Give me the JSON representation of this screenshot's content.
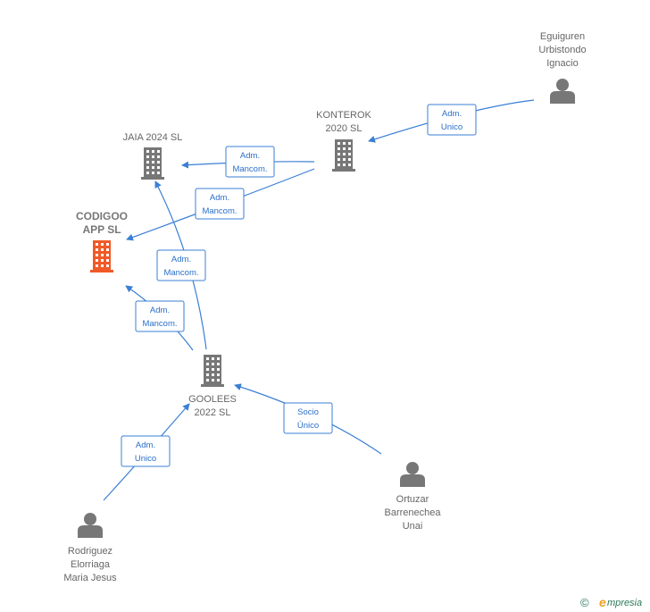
{
  "colors": {
    "edge": "#3a7fd5",
    "building": "#777777",
    "building_main": "#f05a28",
    "person": "#777777",
    "label": "#666666"
  },
  "nodes": [
    {
      "id": "egui",
      "kind": "person",
      "lines": [
        "Eguiguren",
        "Urbistondo",
        "Ignacio"
      ]
    },
    {
      "id": "konterok",
      "kind": "company",
      "lines": [
        "KONTEROK",
        "2020  SL"
      ]
    },
    {
      "id": "jaia",
      "kind": "company",
      "lines": [
        "JAIA 2024  SL"
      ]
    },
    {
      "id": "codigoo",
      "kind": "company_main",
      "lines": [
        "CODIGOO",
        "APP  SL"
      ]
    },
    {
      "id": "goolees",
      "kind": "company",
      "lines": [
        "GOOLEES",
        "2022  SL"
      ]
    },
    {
      "id": "ortuzar",
      "kind": "person",
      "lines": [
        "Ortuzar",
        "Barrenechea",
        "Unai"
      ]
    },
    {
      "id": "rodriguez",
      "kind": "person",
      "lines": [
        "Rodriguez",
        "Elorriaga",
        "Maria Jesus"
      ]
    }
  ],
  "edges": [
    {
      "from": "egui",
      "to": "konterok",
      "label": [
        "Adm.",
        "Unico"
      ]
    },
    {
      "from": "konterok",
      "to": "jaia",
      "label": [
        "Adm.",
        "Mancom."
      ]
    },
    {
      "from": "konterok",
      "to": "codigoo",
      "label": [
        "Adm.",
        "Mancom."
      ]
    },
    {
      "from": "goolees",
      "to": "jaia",
      "label": [
        "Adm.",
        "Mancom."
      ]
    },
    {
      "from": "goolees",
      "to": "codigoo",
      "label": [
        "Adm.",
        "Mancom."
      ]
    },
    {
      "from": "ortuzar",
      "to": "goolees",
      "label": [
        "Socio",
        "Único"
      ]
    },
    {
      "from": "rodriguez",
      "to": "goolees",
      "label": [
        "Adm.",
        "Unico"
      ]
    }
  ],
  "footer": {
    "copyright_symbol": "©",
    "brand_initial": "e",
    "brand_rest": "mpresia"
  }
}
